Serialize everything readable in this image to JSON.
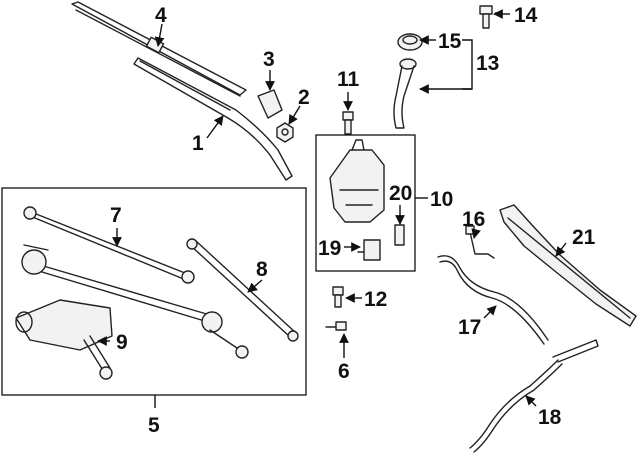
{
  "callouts": {
    "c1": "1",
    "c2": "2",
    "c3": "3",
    "c4": "4",
    "c5": "5",
    "c6": "6",
    "c7": "7",
    "c8": "8",
    "c9": "9",
    "c10": "10",
    "c11": "11",
    "c12": "12",
    "c13": "13",
    "c14": "14",
    "c15": "15",
    "c16": "16",
    "c17": "17",
    "c18": "18",
    "c19": "19",
    "c20": "20",
    "c21": "21"
  },
  "colors": {
    "line": "#222222",
    "label": "#111111",
    "background": "#ffffff"
  }
}
